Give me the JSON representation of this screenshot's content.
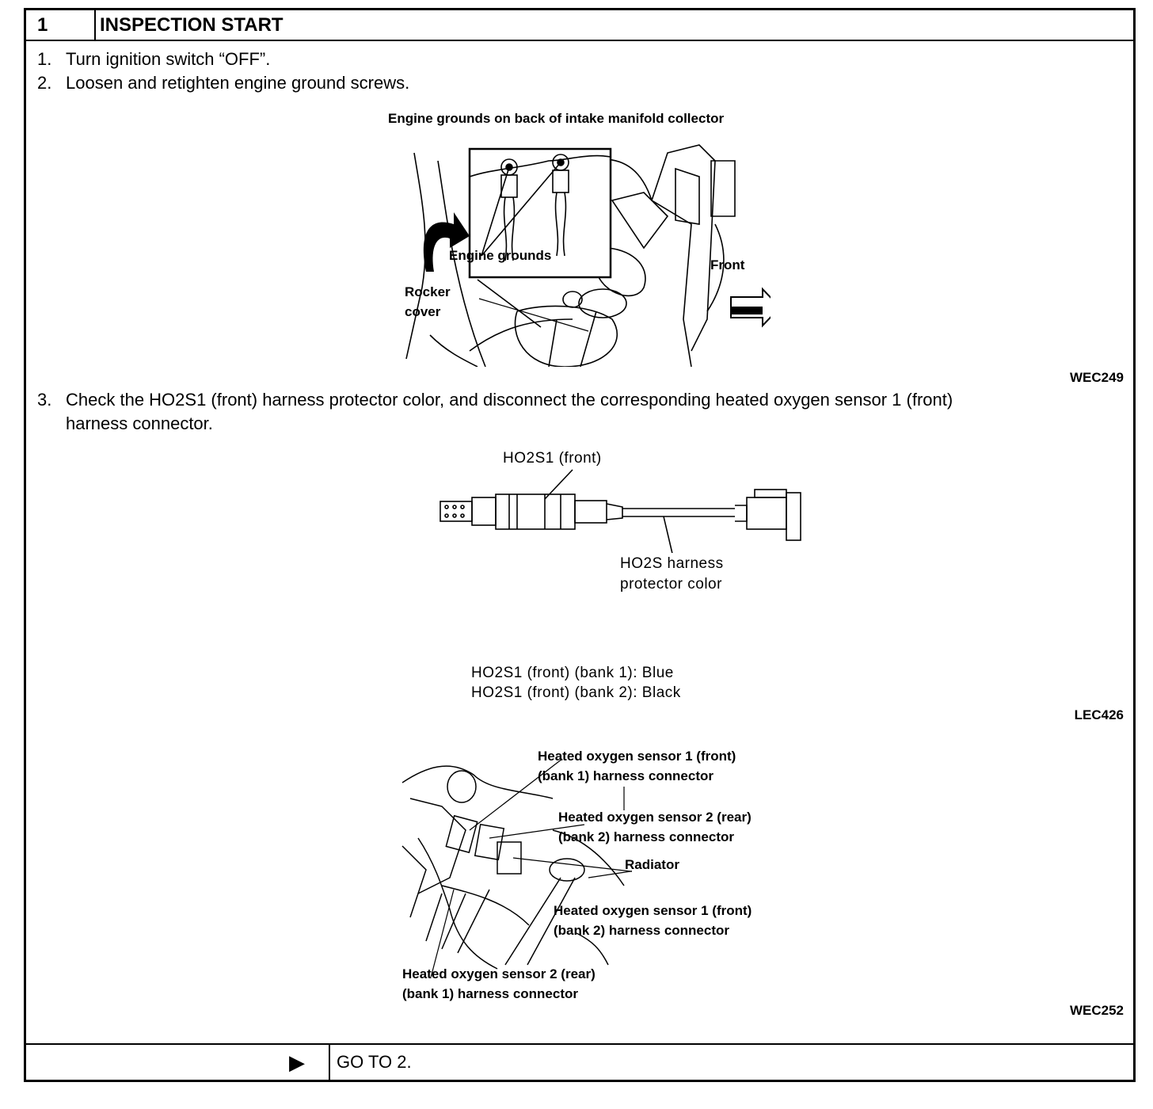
{
  "header": {
    "step_number": "1",
    "title": "INSPECTION START"
  },
  "steps": [
    {
      "num": "1.",
      "text": "Turn ignition switch “OFF”."
    },
    {
      "num": "2.",
      "text": "Loosen and retighten engine ground screws."
    },
    {
      "num": "3.",
      "text_line1": "Check the HO2S1 (front) harness protector color, and disconnect the corresponding heated oxygen sensor 1 (front)",
      "text_line2": "harness connector."
    }
  ],
  "figure1": {
    "caption": "Engine grounds on back of intake manifold collector",
    "labels": {
      "grounds": "Engine grounds",
      "rocker1": "Rocker",
      "rocker2": "cover",
      "front": "Front"
    },
    "ref": "WEC249"
  },
  "figure2": {
    "sensor_label": "HO2S1 (front)",
    "protector_line1": "HO2S harness",
    "protector_line2": "protector color",
    "bank1": "HO2S1 (front) (bank 1): Blue",
    "bank2": "HO2S1 (front) (bank 2): Black",
    "ref": "LEC426"
  },
  "figure3": {
    "labels": {
      "h1b1_a": "Heated oxygen sensor 1 (front)",
      "h1b1_b": "(bank 1) harness connector",
      "h2b2_a": "Heated oxygen sensor 2 (rear)",
      "h2b2_b": "(bank 2) harness connector",
      "radiator": "Radiator",
      "h1b2_a": "Heated oxygen sensor 1 (front)",
      "h1b2_b": "(bank 2) harness connector",
      "h2b1_a": "Heated oxygen sensor 2 (rear)",
      "h2b1_b": "(bank 1) harness connector"
    },
    "ref": "WEC252"
  },
  "footer": {
    "arrow_icon": "right-triangle-icon",
    "arrow_glyph": "▶",
    "goto": "GO TO 2."
  }
}
